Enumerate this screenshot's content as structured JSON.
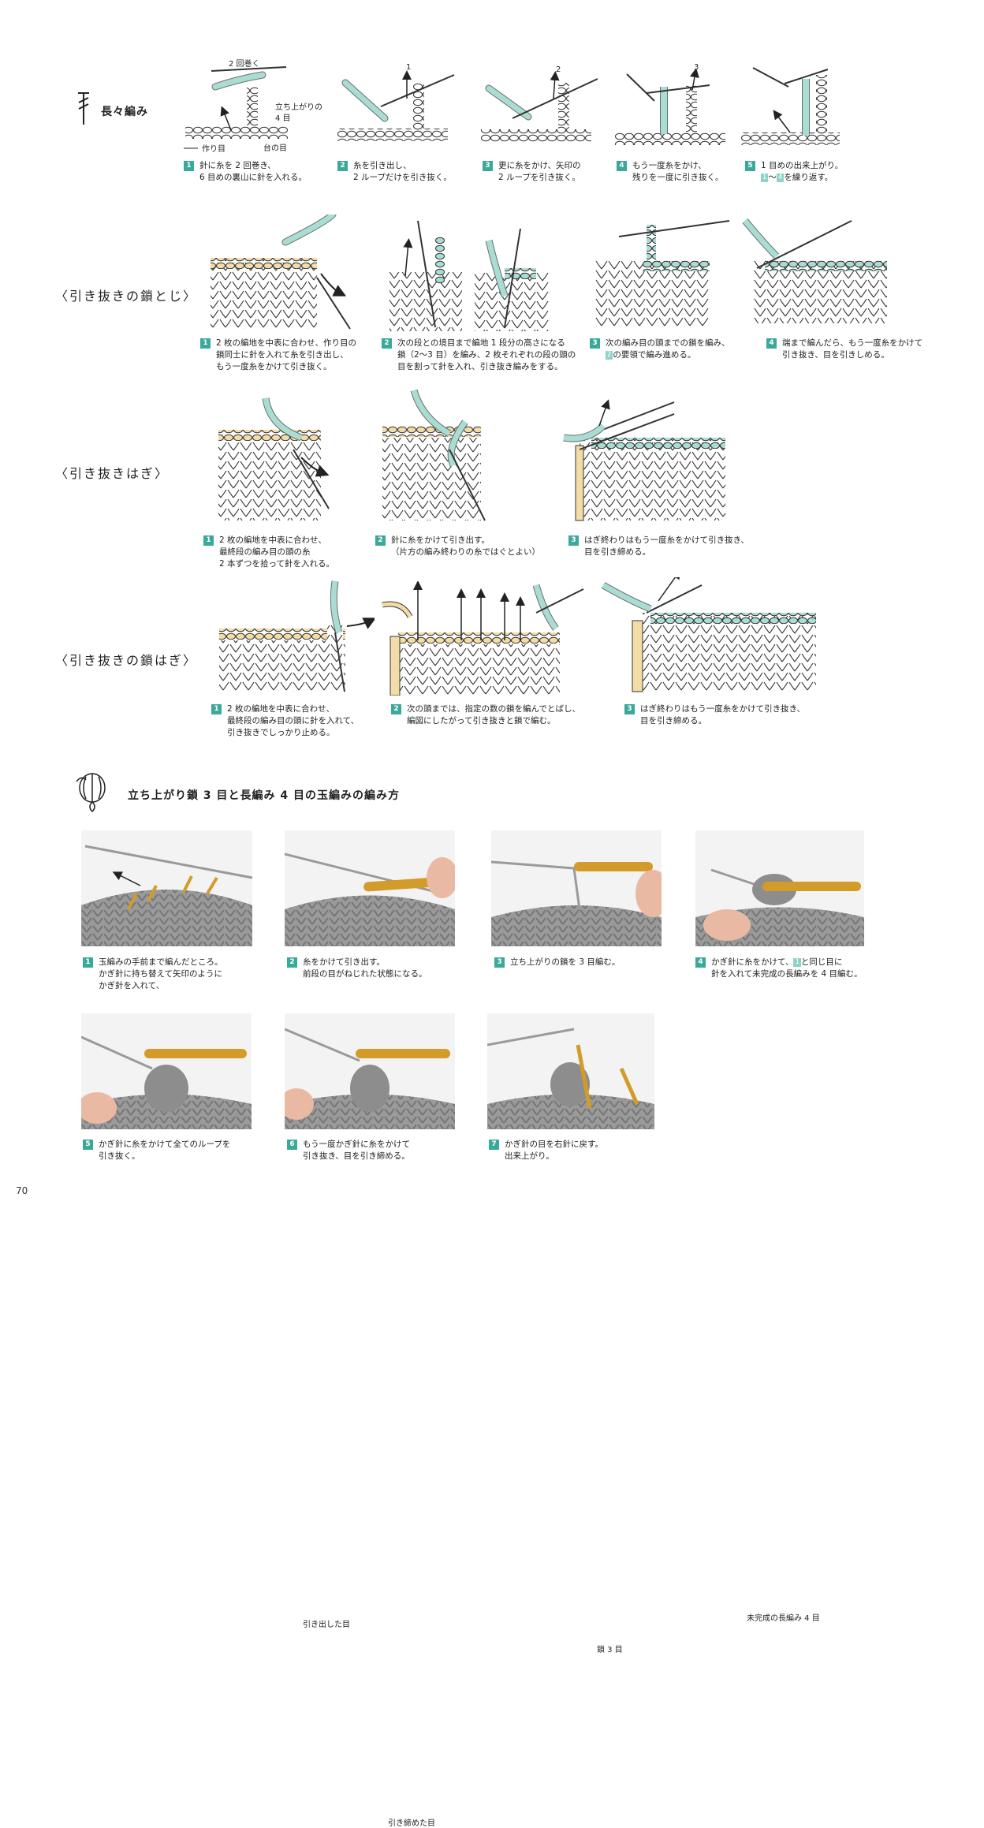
{
  "colors": {
    "accent": "#3aa99a",
    "accent_light": "#8fd3c8",
    "mint_yarn": "#a9ddd3",
    "yellow_yarn": "#f3dca6",
    "hook": "#d39b2a",
    "grey_yarn": "#a8a8a8"
  },
  "section1": {
    "title": "長々編み",
    "labels": {
      "two_wraps": "2 回巻く",
      "rise": "立ち上がりの\n4 目",
      "foundation": "作り目",
      "base": "台の目",
      "n1": "1",
      "n2": "2",
      "n3": "3"
    },
    "steps": [
      {
        "num": "1",
        "text": "針に糸を 2 回巻き、\n6 目めの裏山に針を入れる。"
      },
      {
        "num": "2",
        "text": "糸を引き出し、\n2 ループだけを引き抜く。"
      },
      {
        "num": "3",
        "text": "更に糸をかけ、矢印の\n2 ループを引き抜く。"
      },
      {
        "num": "4",
        "text": "もう一度糸をかけ、\n残りを一度に引き抜く。"
      },
      {
        "num": "5",
        "line1": "1 目めの出来上がり。",
        "ref_a": "1",
        "tilde": "〜",
        "ref_b": "4",
        "line2_rest": "を繰り返す。"
      }
    ]
  },
  "section2": {
    "title": "〈引き抜きの鎖とじ〉",
    "steps": [
      {
        "num": "1",
        "text": "2 枚の編地を中表に合わせ、作り目の\n鎖同士に針を入れて糸を引き出し、\nもう一度糸をかけて引き抜く。"
      },
      {
        "num": "2",
        "text": "次の段との境目まで編地 1 段分の高さになる\n鎖（2〜3 目）を編み、2 枚それぞれの段の頭の\n目を割って針を入れ、引き抜き編みをする。"
      },
      {
        "num": "3",
        "line1": "次の編み目の頭までの鎖を編み、",
        "ref": "2",
        "line2_rest": "の要領で編み進める。"
      },
      {
        "num": "4",
        "text": "端まで編んだら、もう一度糸をかけて\n引き抜き、目を引きしめる。"
      }
    ]
  },
  "section3": {
    "title": "〈引き抜きはぎ〉",
    "steps": [
      {
        "num": "1",
        "text": "2 枚の編地を中表に合わせ、\n最終段の編み目の頭の糸\n2 本ずつを拾って針を入れる。"
      },
      {
        "num": "2",
        "text": "針に糸をかけて引き出す。\n（片方の編み終わりの糸ではぐとよい）"
      },
      {
        "num": "3",
        "text": "はぎ終わりはもう一度糸をかけて引き抜き、\n目を引き締める。"
      }
    ]
  },
  "section4": {
    "title": "〈引き抜きの鎖はぎ〉",
    "steps": [
      {
        "num": "1",
        "text": "2 枚の編地を中表に合わせ、\n最終段の編み目の頭に針を入れて、\n引き抜きでしっかり止める。"
      },
      {
        "num": "2",
        "text": "次の頭までは、指定の数の鎖を編んでとばし、\n編図にしたがって引き抜きと鎖で編む。"
      },
      {
        "num": "3",
        "text": "はぎ終わりはもう一度糸をかけて引き抜き、\n目を引き締める。"
      }
    ]
  },
  "section5": {
    "title": "立ち上がり鎖 3 目と長編み 4 目の玉編みの編み方",
    "photo_labels": {
      "p2": "引き出した目",
      "p3": "鎖 3 目",
      "p4": "未完成の長編み 4 目",
      "p6": "引き締めた目"
    },
    "steps": [
      {
        "num": "1",
        "text": "玉編みの手前まで編んだところ。\nかぎ針に持ち替えて矢印のように\nかぎ針を入れて、"
      },
      {
        "num": "2",
        "text": "糸をかけて引き出す。\n前段の目がねじれた状態になる。"
      },
      {
        "num": "3",
        "text": "立ち上がりの鎖を 3 目編む。"
      },
      {
        "num": "4",
        "line1_a": "かぎ針に糸をかけて、",
        "ref": "1",
        "line1_b": "と同じ目に",
        "line2": "針を入れて未完成の長編みを 4 目編む。"
      },
      {
        "num": "5",
        "text": "かぎ針に糸をかけて全てのループを\n引き抜く。"
      },
      {
        "num": "6",
        "text": "もう一度かぎ針に糸をかけて\n引き抜き、目を引き締める。"
      },
      {
        "num": "7",
        "text": "かぎ針の目を右針に戻す。\n出来上がり。"
      }
    ]
  },
  "page_number": "70"
}
